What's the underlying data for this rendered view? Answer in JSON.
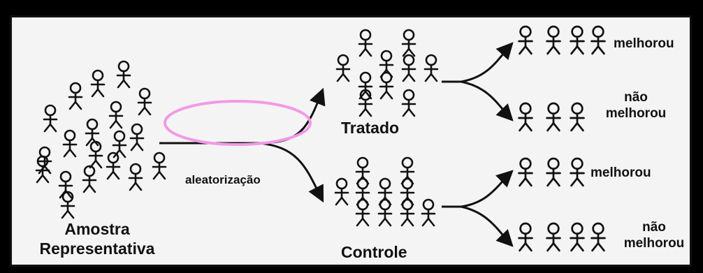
{
  "labels": {
    "sample": [
      "Amostra",
      "Representativa"
    ],
    "randomization": "aleatorização",
    "treated": "Tratado",
    "control": "Controle",
    "treated_improved": "melhorou",
    "treated_not_improved": [
      "não",
      "melhorou"
    ],
    "control_improved": "melhorou",
    "control_not_improved": [
      "não",
      "melhorou"
    ]
  },
  "groups": {
    "sample_count": 19,
    "treated_count": 10,
    "control_count": 10,
    "treated_improved_count": 4,
    "treated_not_improved_count": 3,
    "control_improved_count": 3,
    "control_not_improved_count": 4
  },
  "colors": {
    "ink": "#111111",
    "background": "#f4f4f4",
    "frame": "#000000",
    "highlight": "#f19ae6"
  }
}
